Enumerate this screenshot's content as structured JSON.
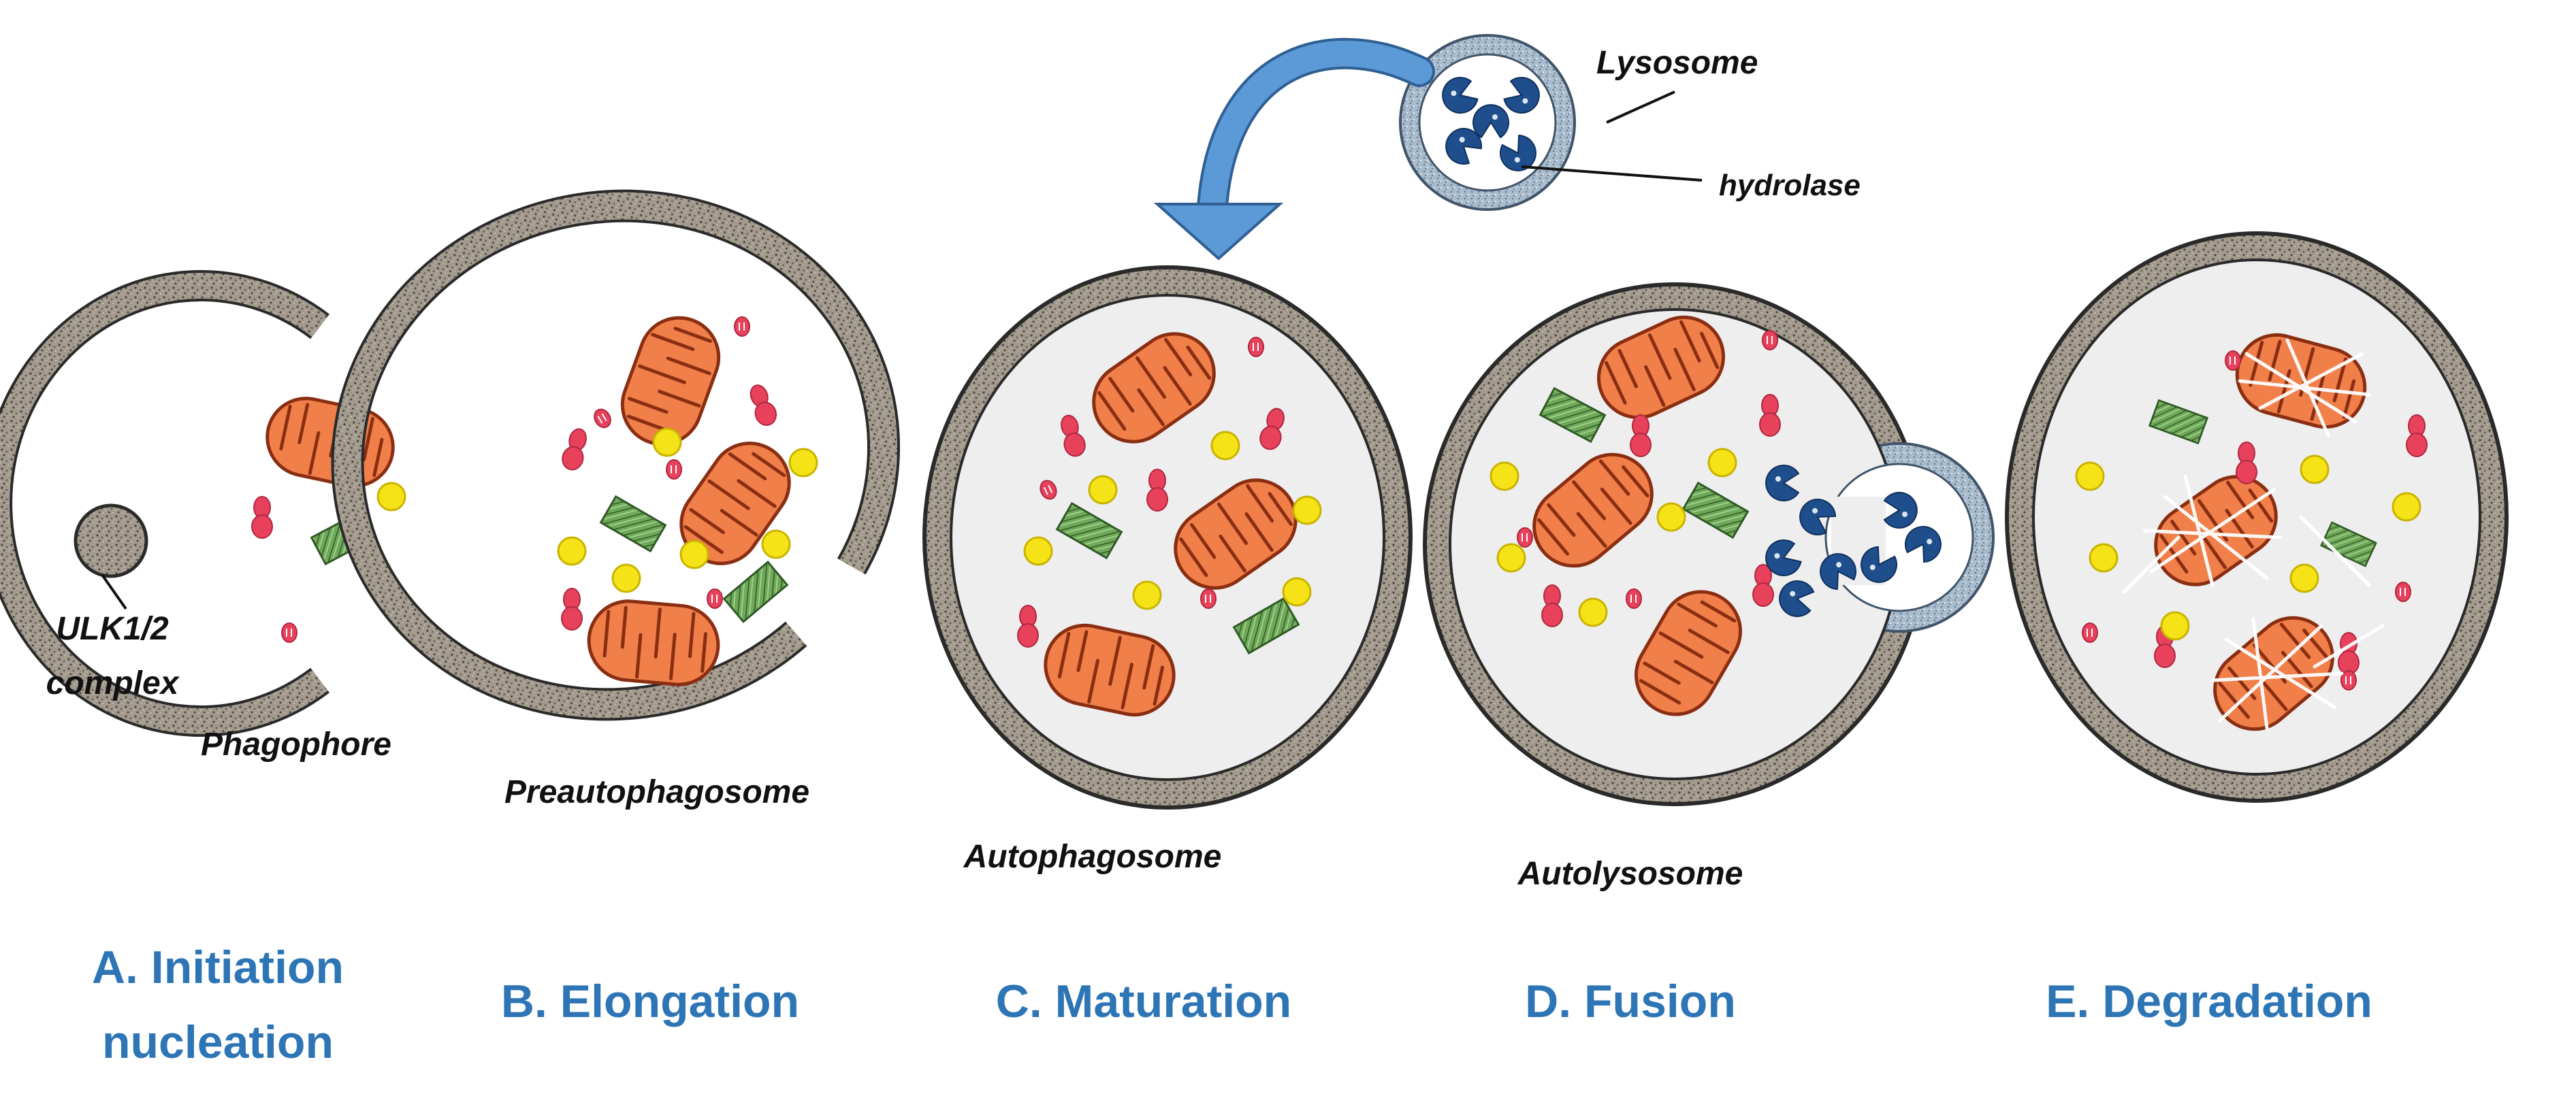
{
  "colors": {
    "stage_title": "#2e75b6",
    "membrane": "#9e9488",
    "membrane_outline": "#2a2a2a",
    "lumen": "#eeeeee",
    "mitochondrion": "#f07f4a",
    "mito_crista": "#8a2e12",
    "vesicle_red": "#e8415c",
    "vesicle_yellow": "#f5e318",
    "protein_aggregate": "#6fa85a",
    "hydrolase": "#1f4e8c",
    "lysosome_membrane": "#9fb3c8",
    "arrow": "#4d8ccb"
  },
  "labels": {
    "ulk_line1": "ULK1/2",
    "ulk_line2": "complex",
    "phagophore": "Phagophore",
    "preautophagosome": "Preautophagosome",
    "autophagosome": "Autophagosome",
    "autolysosome": "Autolysosome",
    "lysosome": "Lysosome",
    "hydrolase": "hydrolase"
  },
  "stages": [
    {
      "line1": "A. Initiation",
      "line2": "nucleation"
    },
    {
      "line1": "B. Elongation"
    },
    {
      "line1": "C. Maturation"
    },
    {
      "line1": "D. Fusion"
    },
    {
      "line1": "E. Degradation"
    }
  ],
  "icons": {
    "arrow": "curved-arrow-icon",
    "mitochondrion": "mitochondrion-icon",
    "vesicle": "vesicle-icon",
    "aggregate": "protein-aggregate-icon",
    "hydrolase": "hydrolase-enzyme-icon"
  }
}
